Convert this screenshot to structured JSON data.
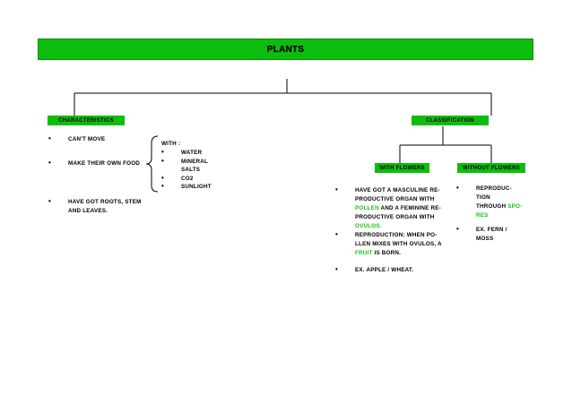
{
  "title": "PLANTS",
  "characteristics": {
    "label": "CHARACTERISTICS",
    "items": [
      "CAN'T MOVE",
      "MAKE THEIR OWN FOOD",
      "HAVE GOT ROOTS, STEM",
      "AND LEAVES."
    ],
    "with_label": "WITH :",
    "with_items": [
      "WATER",
      "MINERAL",
      "SALTS",
      "CO2",
      "SUNLIGHT"
    ]
  },
  "classification": {
    "label": "CLASSIFICATION",
    "with_flowers": {
      "label": "WITH FLOWERS",
      "lines": {
        "l1": "HAVE GOT A MASCULINE RE-",
        "l2": "PRODUCTIVE ORGAN WITH",
        "l3_green": "POLLEN",
        "l3_rest": " AND A FEMININE RE-",
        "l4": "PRODUCTIVE ORGAN WITH",
        "l5_green": "OVULOS.",
        "l6": "REPRODUCTION: WHEN PO-",
        "l7": "LLEN MIXES WITH OVULOS, A",
        "l8_green": "FRUIT",
        "l8_rest": " IS BORN.",
        "l9": "EX. APPLE / WHEAT."
      }
    },
    "without_flowers": {
      "label": "WITHOUT FLOWERS",
      "lines": {
        "l1": "REPRODUC-",
        "l2": "TION",
        "l3": "THROUGH ",
        "l3_green": "SPO-",
        "l4_green": "RES",
        "l5": "EX. FERN /",
        "l6": "MOSS"
      }
    }
  },
  "colors": {
    "box_green": "#0dbd0d",
    "highlight_green": "#11c411"
  }
}
